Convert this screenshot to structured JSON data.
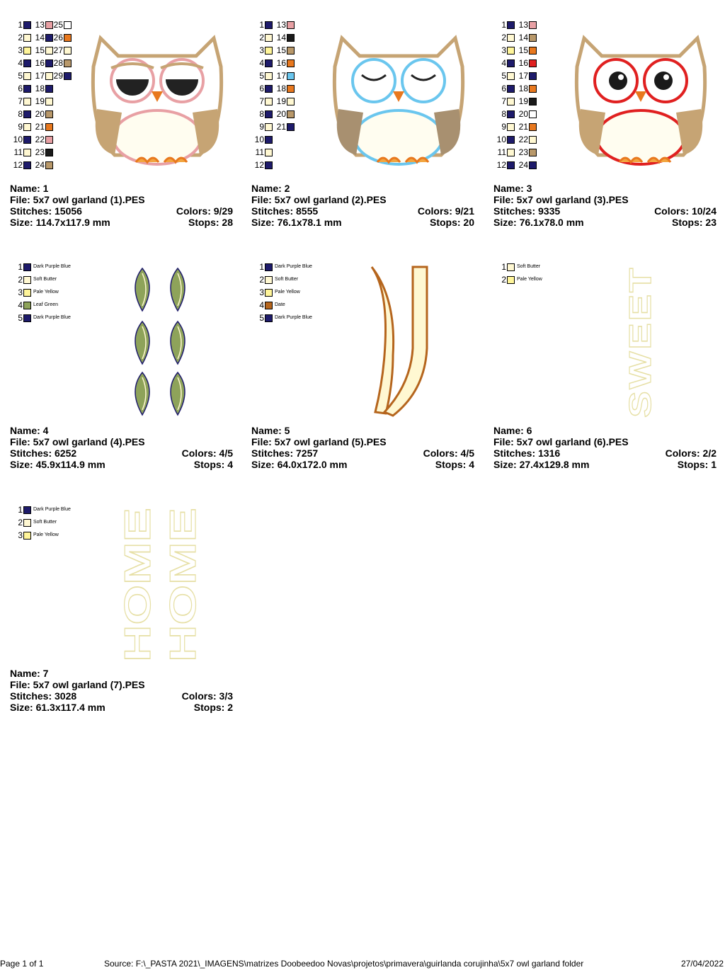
{
  "footer": {
    "page": "Page 1 of 1",
    "source": "Source: F:\\_PASTA 2021\\_IMAGENS\\matrizes Doobeedoo Novas\\projetos\\primavera\\guirlanda corujinha\\5x7 owl garland folder",
    "date": "27/04/2022"
  },
  "colors": {
    "dark_purple_blue": "#1e1b6b",
    "soft_butter": "#fff8d2",
    "pale_yellow": "#fff59a",
    "leaf_green": "#8ea35a",
    "date": "#b5651d",
    "pink": "#e8a0a4",
    "orange": "#e8781e",
    "black": "#1a1a1a",
    "tan": "#b8986a",
    "blue": "#6ac6ee",
    "red": "#e02020",
    "white": "#ffffff"
  },
  "designs": [
    {
      "name": "Name: 1",
      "file": "File: 5x7   owl garland (1).PES",
      "stitches": "Stitches: 15056",
      "colors": "Colors: 9/29",
      "size": "Size: 114.7x117.9 mm",
      "stops": "Stops: 28",
      "palette_numbers": [
        [
          "1",
          "2",
          "3",
          "4",
          "5",
          "6",
          "7",
          "8",
          "9",
          "10",
          "11",
          "12"
        ],
        [
          "13",
          "14",
          "15",
          "16",
          "17",
          "18",
          "19",
          "20",
          "21",
          "22",
          "23",
          "24"
        ],
        [
          "25",
          "26",
          "27",
          "28",
          "29"
        ]
      ]
    },
    {
      "name": "Name: 2",
      "file": "File: 5x7   owl garland (2).PES",
      "stitches": "Stitches: 8555",
      "colors": "Colors: 9/21",
      "size": "Size: 76.1x78.1 mm",
      "stops": "Stops: 20",
      "palette_numbers": [
        [
          "1",
          "2",
          "3",
          "4",
          "5",
          "6",
          "7",
          "8",
          "9",
          "10",
          "11",
          "12"
        ],
        [
          "13",
          "14",
          "15",
          "16",
          "17",
          "18",
          "19",
          "20",
          "21"
        ]
      ]
    },
    {
      "name": "Name: 3",
      "file": "File: 5x7   owl garland (3).PES",
      "stitches": "Stitches: 9335",
      "colors": "Colors: 10/24",
      "size": "Size: 76.1x78.0 mm",
      "stops": "Stops: 23",
      "palette_numbers": [
        [
          "1",
          "2",
          "3",
          "4",
          "5",
          "6",
          "7",
          "8",
          "9",
          "10",
          "11",
          "12"
        ],
        [
          "13",
          "14",
          "15",
          "16",
          "17",
          "18",
          "19",
          "20",
          "21",
          "22",
          "23",
          "24"
        ]
      ]
    },
    {
      "name": "Name: 4",
      "file": "File: 5x7   owl garland (4).PES",
      "stitches": "Stitches: 6252",
      "colors": "Colors: 4/5",
      "size": "Size: 45.9x114.9 mm",
      "stops": "Stops: 4",
      "palette": [
        {
          "num": "1",
          "label": "Dark Purple Blue"
        },
        {
          "num": "2",
          "label": "Soft Butter"
        },
        {
          "num": "3",
          "label": "Pale Yellow"
        },
        {
          "num": "4",
          "label": "Leaf Green"
        },
        {
          "num": "5",
          "label": "Dark Purple Blue"
        }
      ]
    },
    {
      "name": "Name: 5",
      "file": "File: 5x7   owl garland (5).PES",
      "stitches": "Stitches: 7257",
      "colors": "Colors: 4/5",
      "size": "Size: 64.0x172.0 mm",
      "stops": "Stops: 4",
      "palette": [
        {
          "num": "1",
          "label": "Dark Purple Blue"
        },
        {
          "num": "2",
          "label": "Soft Butter"
        },
        {
          "num": "3",
          "label": "Pale Yellow"
        },
        {
          "num": "4",
          "label": "Date"
        },
        {
          "num": "5",
          "label": "Dark Purple Blue"
        }
      ]
    },
    {
      "name": "Name: 6",
      "file": "File: 5x7   owl garland (6).PES",
      "stitches": "Stitches: 1316",
      "colors": "Colors: 2/2",
      "size": "Size: 27.4x129.8 mm",
      "stops": "Stops: 1",
      "palette": [
        {
          "num": "1",
          "label": "Soft Butter"
        },
        {
          "num": "2",
          "label": "Pale Yellow"
        }
      ],
      "art_text": "SWEET"
    },
    {
      "name": "Name: 7",
      "file": "File: 5x7   owl garland (7).PES",
      "stitches": "Stitches: 3028",
      "colors": "Colors: 3/3",
      "size": "Size: 61.3x117.4 mm",
      "stops": "Stops: 2",
      "palette": [
        {
          "num": "1",
          "label": "Dark Purple Blue"
        },
        {
          "num": "2",
          "label": "Soft Butter"
        },
        {
          "num": "3",
          "label": "Pale Yellow"
        }
      ],
      "art_text": "HOME"
    }
  ]
}
